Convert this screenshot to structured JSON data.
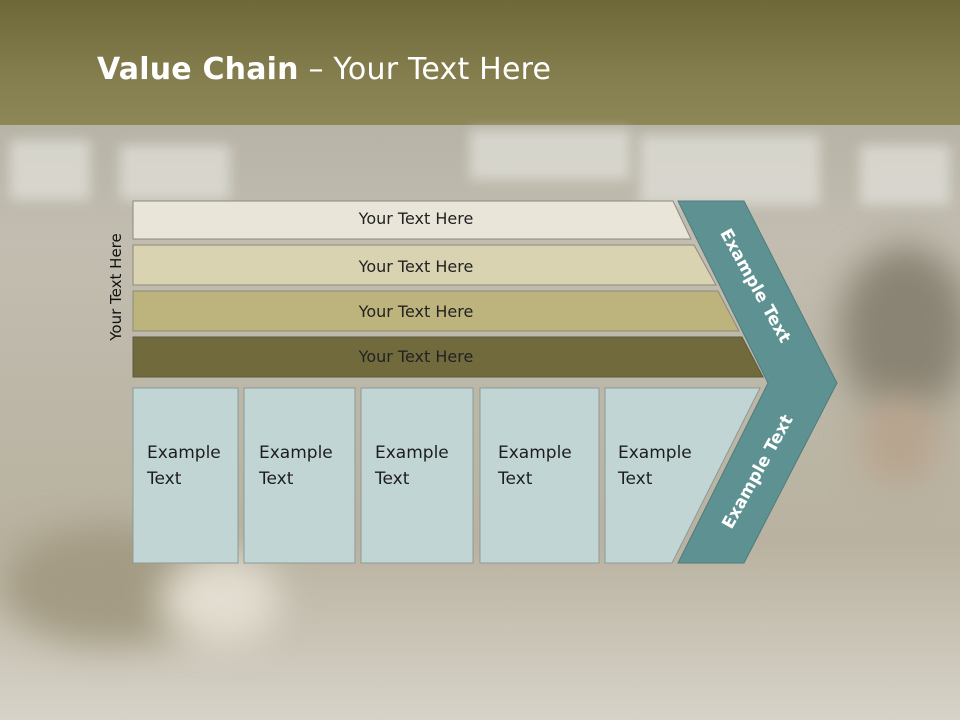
{
  "title": {
    "bold": "Value Chain",
    "rest": " – Your Text Here"
  },
  "side_label": "Your Text Here",
  "bars": [
    {
      "label": "Your Text Here",
      "color": "#e9e6d9"
    },
    {
      "label": "Your Text Here",
      "color": "#d9d3b1"
    },
    {
      "label": "Your Text Here",
      "color": "#bdb37d"
    },
    {
      "label": "Your Text Here",
      "color": "#716a3c"
    }
  ],
  "cells": [
    {
      "line1": "Example",
      "line2": "Text"
    },
    {
      "line1": "Example",
      "line2": "Text"
    },
    {
      "line1": "Example",
      "line2": "Text"
    },
    {
      "line1": "Example",
      "line2": "Text"
    },
    {
      "line1": "Example",
      "line2": "Text"
    }
  ],
  "chevron": {
    "top_label": "Example Text",
    "bottom_label": "Example Text",
    "color": "#5e9192"
  },
  "colors": {
    "cell_fill": "#c2d5d5",
    "header_band": "#7d7645"
  }
}
